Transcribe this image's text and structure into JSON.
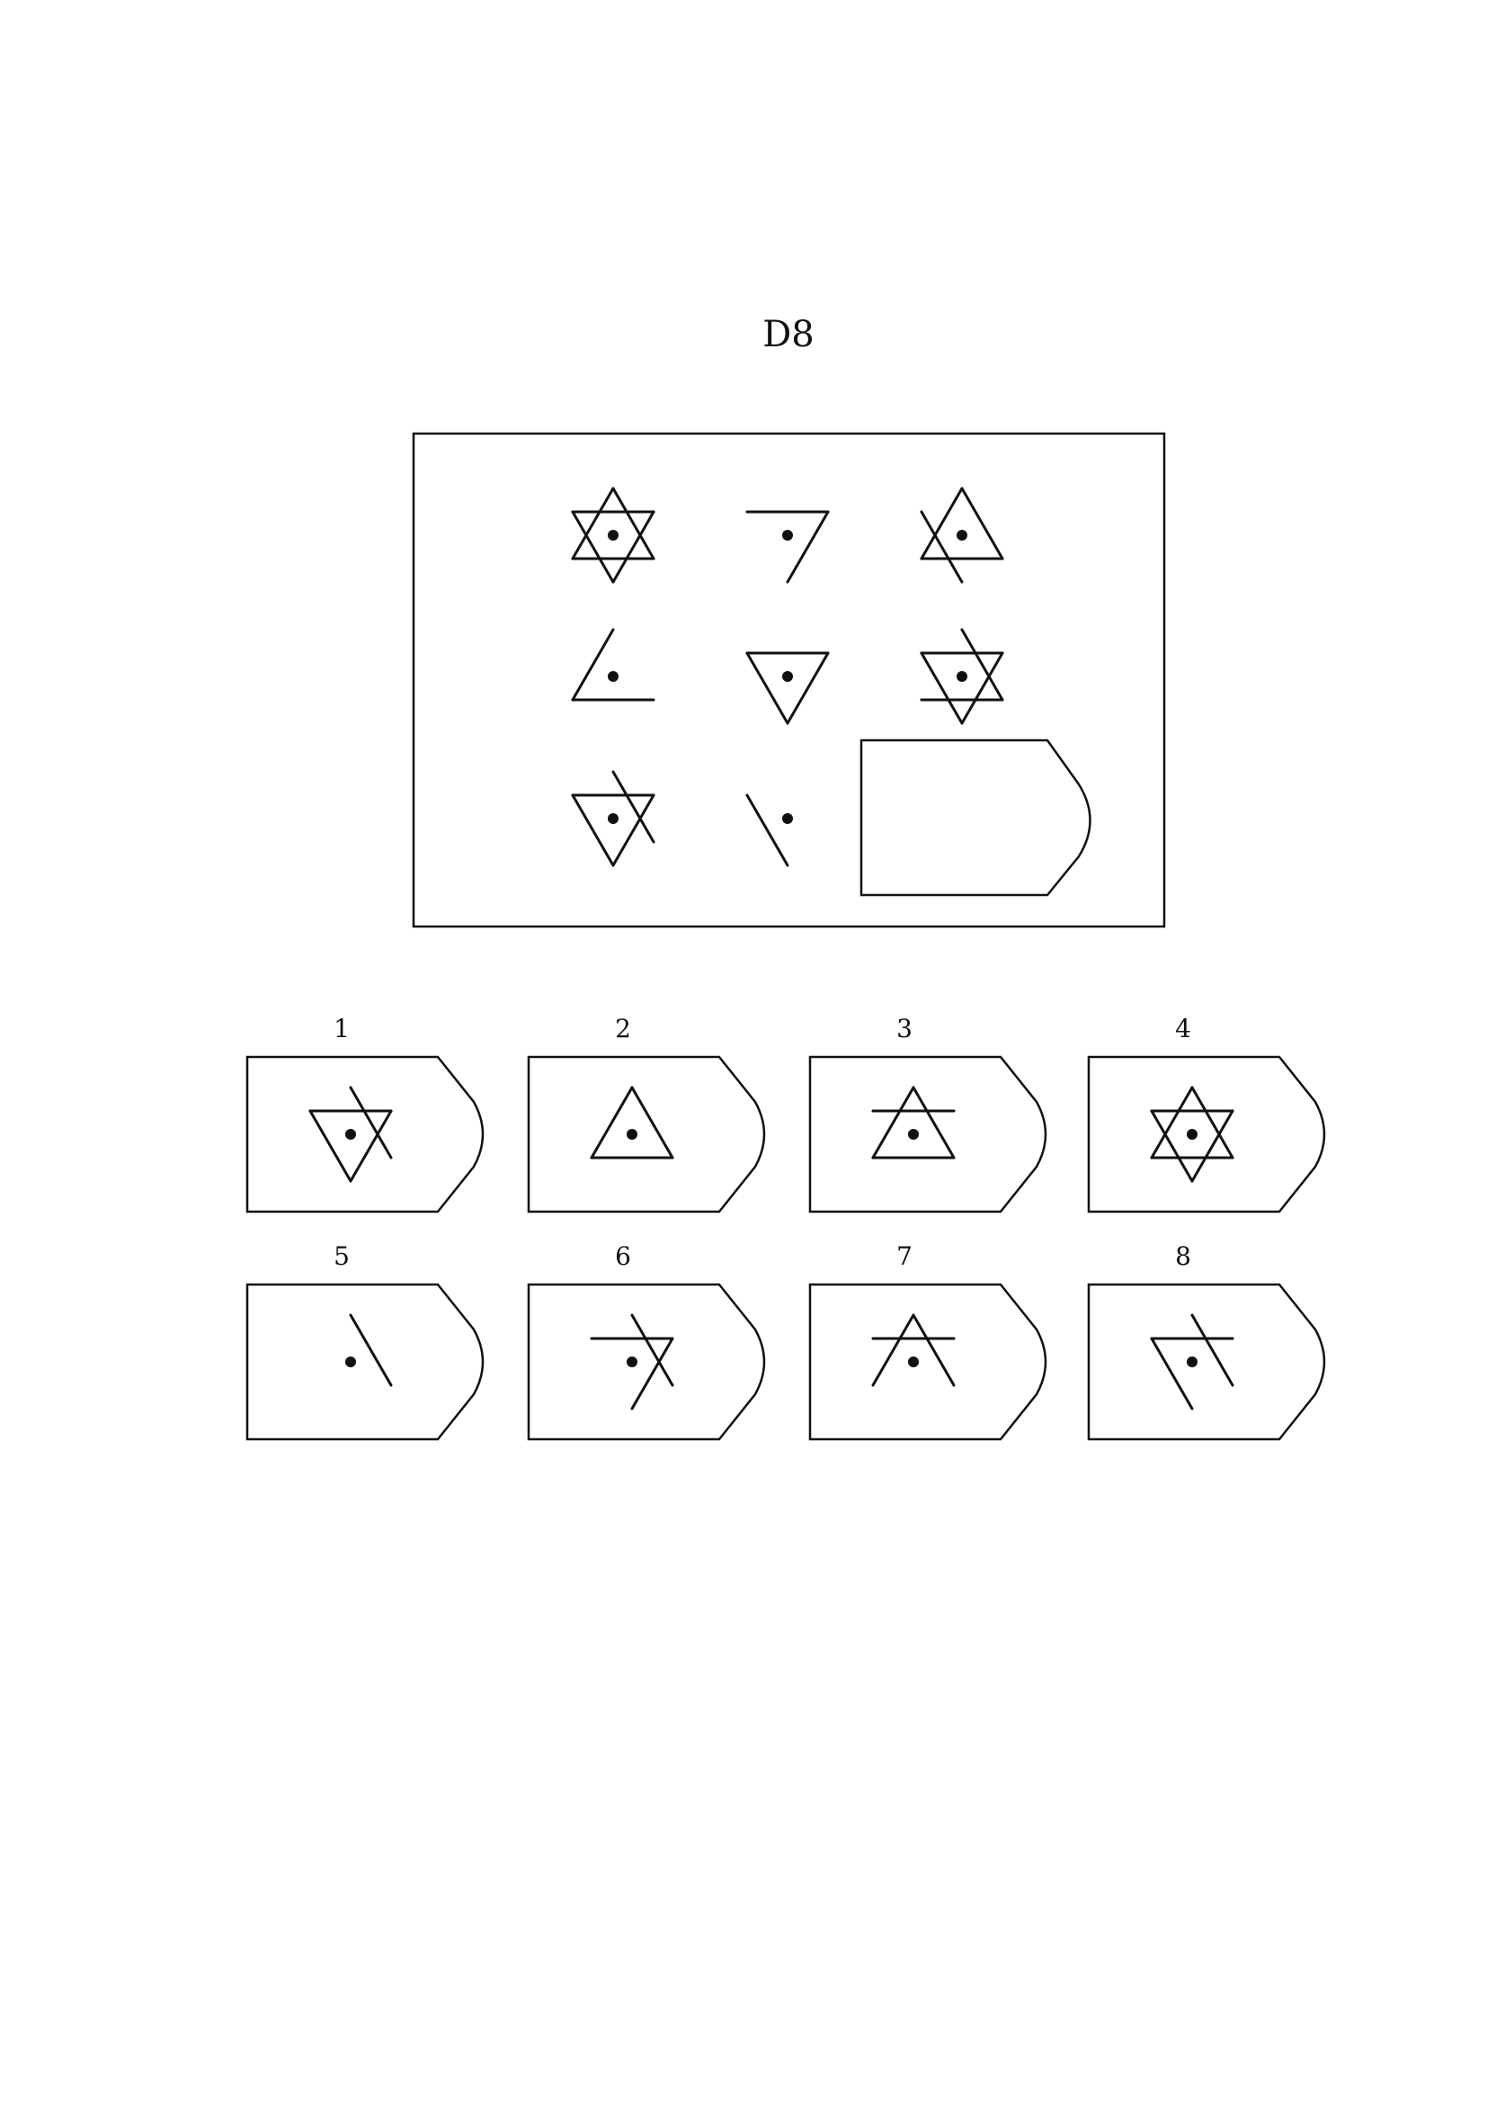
{
  "title": "D8",
  "matrix": {
    "cells": [
      {
        "segments": [
          "up-h",
          "up-l",
          "up-r",
          "dn-h",
          "dn-l",
          "dn-r"
        ],
        "dot": true
      },
      {
        "segments": [
          "dn-h",
          "dn-r"
        ],
        "dot": true
      },
      {
        "segments": [
          "up-h",
          "up-l",
          "up-r",
          "dn-l"
        ],
        "dot": true
      },
      {
        "segments": [
          "up-h",
          "up-l"
        ],
        "dot": true
      },
      {
        "segments": [
          "dn-h",
          "dn-l",
          "dn-r"
        ],
        "dot": true
      },
      {
        "segments": [
          "up-h",
          "up-r",
          "dn-h",
          "dn-l",
          "dn-r"
        ],
        "dot": true
      },
      {
        "segments": [
          "dn-h",
          "dn-l",
          "dn-r",
          "up-r"
        ],
        "dot": true
      },
      {
        "segments": [
          "dn-l"
        ],
        "dot": true
      }
    ],
    "missing_cell": "answer-slot"
  },
  "options": [
    {
      "label": "1",
      "segments": [
        "dn-h",
        "dn-l",
        "dn-r",
        "up-r"
      ],
      "dot": true
    },
    {
      "label": "2",
      "segments": [
        "up-h",
        "up-l",
        "up-r"
      ],
      "dot": true
    },
    {
      "label": "3",
      "segments": [
        "up-h",
        "up-l",
        "up-r",
        "dn-h"
      ],
      "dot": true
    },
    {
      "label": "4",
      "segments": [
        "up-h",
        "up-l",
        "up-r",
        "dn-h",
        "dn-l",
        "dn-r"
      ],
      "dot": true
    },
    {
      "label": "5",
      "segments": [
        "up-r"
      ],
      "dot": true
    },
    {
      "label": "6",
      "segments": [
        "dn-h",
        "dn-r",
        "up-r"
      ],
      "dot": true
    },
    {
      "label": "7",
      "segments": [
        "up-l",
        "up-r",
        "dn-h"
      ],
      "dot": true
    },
    {
      "label": "8",
      "segments": [
        "dn-h",
        "dn-l",
        "up-r"
      ],
      "dot": true
    }
  ]
}
